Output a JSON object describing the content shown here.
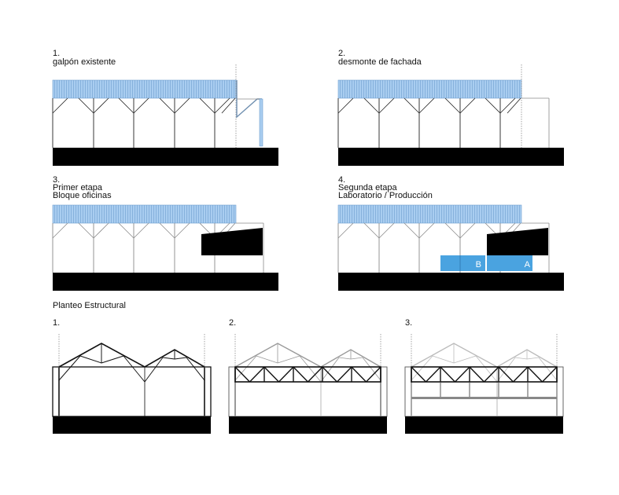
{
  "stages": [
    {
      "number": "1.",
      "lines": [
        "galpón existente"
      ]
    },
    {
      "number": "2.",
      "lines": [
        "desmonte de fachada"
      ]
    },
    {
      "number": "3.",
      "lines": [
        "Primer etapa",
        "Bloque oficinas"
      ]
    },
    {
      "number": "4.",
      "lines": [
        "Segunda etapa",
        "Laboratorio / Producción"
      ]
    }
  ],
  "blocks": {
    "b_label": "B",
    "a_label": "A"
  },
  "structural": {
    "title": "Planteo Estructural",
    "options": [
      {
        "number": "1."
      },
      {
        "number": "2."
      },
      {
        "number": "3."
      }
    ]
  },
  "colors": {
    "roof_blue": "#a9cdf0",
    "roof_hatch": "#6f9fd0",
    "block_blue": "#4aa3e0",
    "ink": "#000000",
    "light_line": "#8a8a8a",
    "faded_truss": "#b0b0b0"
  }
}
